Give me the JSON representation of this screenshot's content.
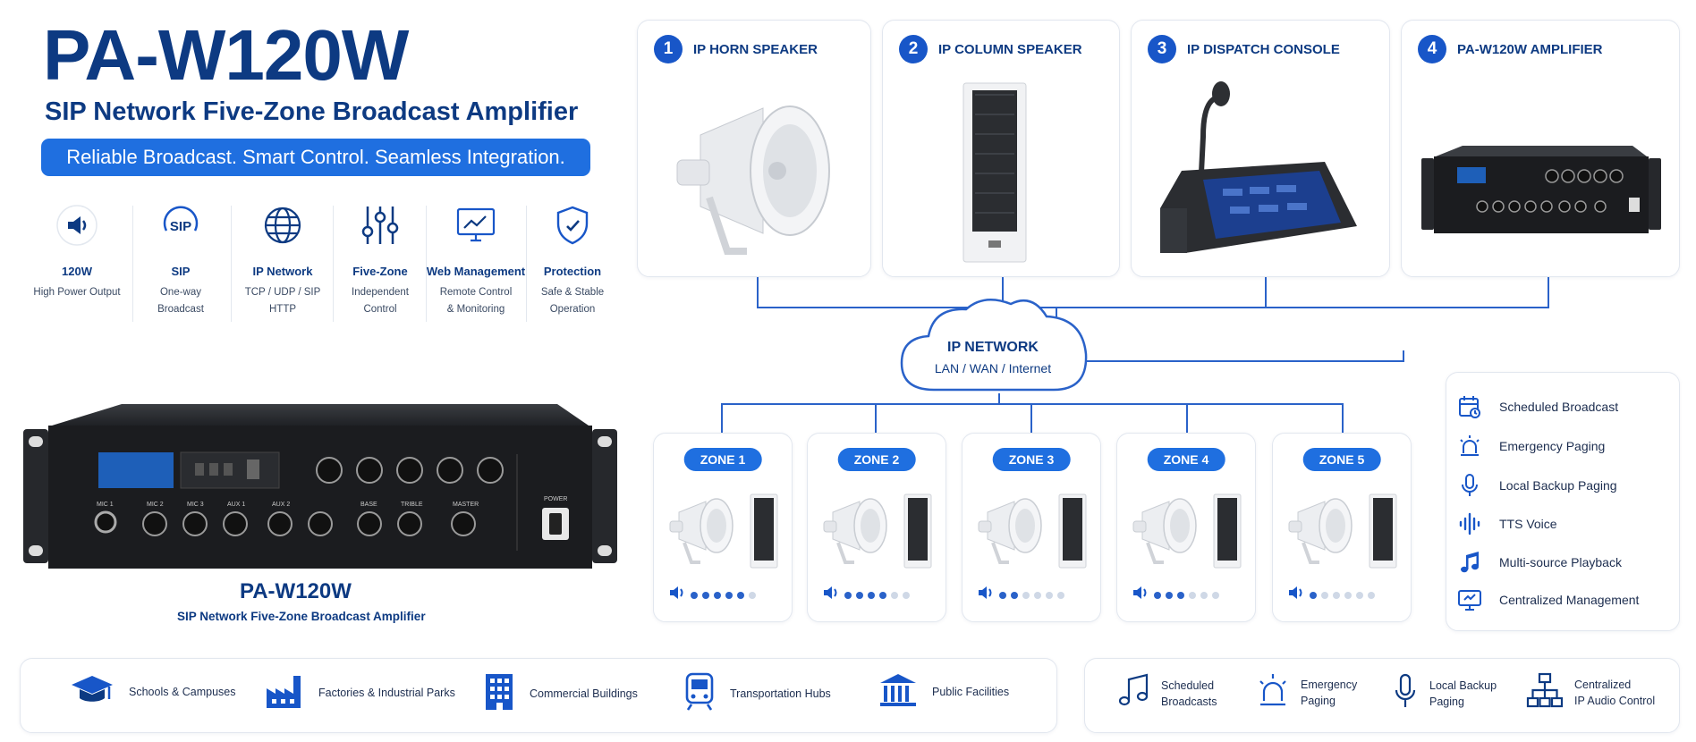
{
  "header": {
    "title": "PA-W120W",
    "subtitle": "SIP Network Five-Zone Broadcast Amplifier",
    "tagline": "Reliable Broadcast. Smart Control. Seamless Integration."
  },
  "features": [
    {
      "icon": "speaker-icon",
      "title": "120W",
      "desc1": "High Power Output",
      "desc2": ""
    },
    {
      "icon": "sip-icon",
      "title": "SIP",
      "desc1": "One-way",
      "desc2": "Broadcast"
    },
    {
      "icon": "globe-icon",
      "title": "IP Network",
      "desc1": "TCP / UDP / SIP",
      "desc2": "HTTP"
    },
    {
      "icon": "sliders-icon",
      "title": "Five-Zone",
      "desc1": "Independent",
      "desc2": "Control"
    },
    {
      "icon": "monitor-icon",
      "title": "Web Management",
      "desc1": "Remote Control",
      "desc2": "& Monitoring"
    },
    {
      "icon": "shield-icon",
      "title": "Protection",
      "desc1": "Safe & Stable",
      "desc2": "Operation"
    }
  ],
  "amplifier": {
    "caption_title": "PA-W120W",
    "caption_sub": "SIP Network Five-Zone Broadcast Amplifier",
    "labels": {
      "mic1": "MIC 1",
      "mic2": "MIC 2",
      "mic3": "MIC 3",
      "aux1": "AUX 1",
      "aux2": "AUX 2",
      "base": "BASE",
      "treble": "TRIBLE",
      "master": "MASTER",
      "power": "POWER"
    }
  },
  "devices": [
    {
      "num": "1",
      "title": "IP HORN SPEAKER"
    },
    {
      "num": "2",
      "title": "IP COLUMN SPEAKER"
    },
    {
      "num": "3",
      "title": "IP DISPATCH CONSOLE"
    },
    {
      "num": "4",
      "title": "PA-W120W AMPLIFIER"
    }
  ],
  "network": {
    "title": "IP NETWORK",
    "subtitle": "LAN / WAN / Internet"
  },
  "zones": [
    {
      "label": "ZONE 1",
      "level": 5
    },
    {
      "label": "ZONE 2",
      "level": 4
    },
    {
      "label": "ZONE 3",
      "level": 2
    },
    {
      "label": "ZONE 4",
      "level": 3
    },
    {
      "label": "ZONE 5",
      "level": 1
    }
  ],
  "functions": [
    {
      "icon": "calendar-icon",
      "label": "Scheduled Broadcast"
    },
    {
      "icon": "alarm-icon",
      "label": "Emergency Paging"
    },
    {
      "icon": "microphone-icon",
      "label": "Local Backup Paging"
    },
    {
      "icon": "waveform-icon",
      "label": "TTS Voice"
    },
    {
      "icon": "music-note-icon",
      "label": "Multi-source Playback"
    },
    {
      "icon": "management-monitor-icon",
      "label": "Centralized Management"
    }
  ],
  "applications": [
    {
      "icon": "graduation-cap-icon",
      "label": "Schools & Campuses"
    },
    {
      "icon": "factory-icon",
      "label": "Factories & Industrial Parks"
    },
    {
      "icon": "building-icon",
      "label": "Commercial Buildings"
    },
    {
      "icon": "train-icon",
      "label": "Transportation Hubs"
    },
    {
      "icon": "public-building-icon",
      "label": "Public Facilities"
    }
  ],
  "bottom_features": [
    {
      "icon": "music-notes-icon",
      "line1": "Scheduled",
      "line2": "Broadcasts"
    },
    {
      "icon": "siren-icon",
      "line1": "Emergency",
      "line2": "Paging"
    },
    {
      "icon": "mic-icon",
      "line1": "Local Backup",
      "line2": "Paging"
    },
    {
      "icon": "network-tree-icon",
      "line1": "Centralized",
      "line2": "IP Audio Control"
    }
  ],
  "colors": {
    "navy": "#0d3a82",
    "accent": "#1f6fe0",
    "line": "#2a62c9"
  }
}
